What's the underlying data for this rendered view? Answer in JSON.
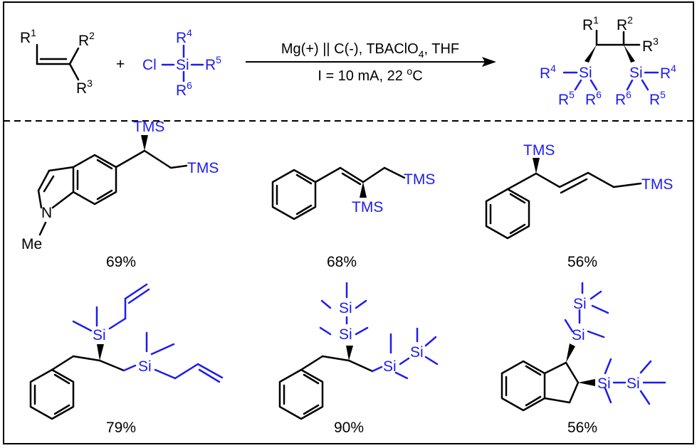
{
  "colors": {
    "substituent_blue": "#1c1cf0",
    "ink": "#000000"
  },
  "reaction": {
    "alkene": {
      "r1": "R",
      "r1_sup": "1",
      "r2": "R",
      "r2_sup": "2",
      "r3": "R",
      "r3_sup": "3"
    },
    "plus": "+",
    "chlorosilane": {
      "cl": "Cl",
      "si": "Si",
      "r4": "R",
      "r4_sup": "4",
      "r5": "R",
      "r5_sup": "5",
      "r6": "R",
      "r6_sup": "6"
    },
    "conditions_line1": {
      "pre": "Mg(+) || C(-), TBAClO",
      "sub": "4",
      "post": ", THF"
    },
    "conditions_line2": {
      "pre": "I = 10 mA, 22 ",
      "sup": "o",
      "post": "C"
    },
    "product": {
      "r1": "R",
      "r1_sup": "1",
      "r2": "R",
      "r2_sup": "2",
      "r3": "R",
      "r3_sup": "3",
      "si_left": "Si",
      "si_right": "Si",
      "l_r4": "R",
      "l_r4_sup": "4",
      "l_r5": "R",
      "l_r5_sup": "5",
      "l_r6": "R",
      "l_r6_sup": "6",
      "r_r4": "R",
      "r_r4_sup": "4",
      "r_r5": "R",
      "r_r5_sup": "5",
      "r_r6": "R",
      "r_r6_sup": "6"
    }
  },
  "examples": [
    {
      "yield": "69%",
      "tms1": "TMS",
      "tms2": "TMS",
      "n": "N",
      "me": "Me"
    },
    {
      "yield": "68%",
      "tms1": "TMS",
      "tms2": "TMS"
    },
    {
      "yield": "56%",
      "tms1": "TMS",
      "tms2": "TMS"
    },
    {
      "yield": "79%",
      "si1": "Si",
      "si2": "Si"
    },
    {
      "yield": "90%",
      "si1": "Si",
      "si2": "Si",
      "si3": "Si",
      "si4": "Si"
    },
    {
      "yield": "56%",
      "si1": "Si",
      "si2": "Si",
      "si3": "Si",
      "si4": "Si"
    }
  ]
}
